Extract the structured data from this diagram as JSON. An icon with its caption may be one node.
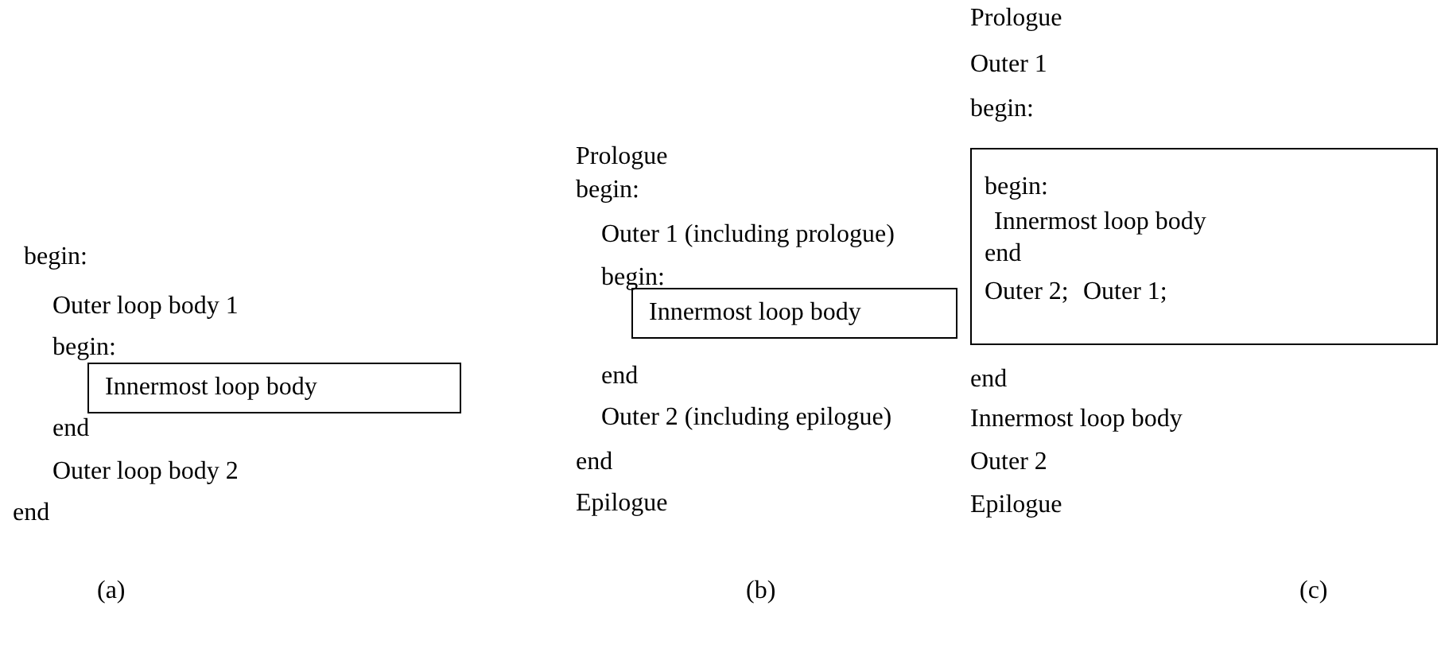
{
  "diagram": {
    "nodes": [
      {
        "text": [
          "Innermost loop body"
        ]
      },
      {
        "text": [
          "Innermost loop body"
        ]
      },
      {
        "text": [
          "begin:",
          "Innermost loop body",
          "end",
          "Outer 2;",
          "Outer 1;"
        ]
      }
    ],
    "labels": [
      "begin:",
      "Outer loop body 1",
      "begin:",
      "end",
      "Outer loop body 2",
      "end",
      "Prologue",
      "begin:",
      "Outer 1 (including prologue)",
      "begin:",
      "end",
      "Outer 2 (including epilogue)",
      "end",
      "Epilogue",
      "Prologue",
      "Outer 1",
      "begin:",
      "end",
      "Innermost loop body",
      "Outer 2",
      "Epilogue",
      "(a)",
      "(b)",
      "(c)"
    ]
  }
}
